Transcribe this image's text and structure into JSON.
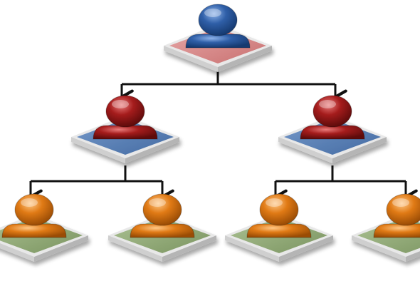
{
  "diagram": {
    "type": "org-hierarchy",
    "colors": {
      "blue": "#2f5fa8",
      "red": "#a51c1c",
      "orange": "#e07a15",
      "tile_pink": "#d98a8a",
      "tile_blue": "#4e78b0",
      "tile_green": "#8fa974",
      "tile_edge": "#e8e8e8",
      "connector": "#111111"
    },
    "levels": [
      {
        "level": 1,
        "person_color": "blue",
        "tile_color": "tile_pink",
        "count": 1
      },
      {
        "level": 2,
        "person_color": "red",
        "tile_color": "tile_blue",
        "count": 2
      },
      {
        "level": 3,
        "person_color": "orange",
        "tile_color": "tile_green",
        "count": 4
      }
    ],
    "nodes": [
      {
        "id": "n1",
        "level": 1,
        "parent": null
      },
      {
        "id": "n2",
        "level": 2,
        "parent": "n1"
      },
      {
        "id": "n3",
        "level": 2,
        "parent": "n1"
      },
      {
        "id": "n4",
        "level": 3,
        "parent": "n2"
      },
      {
        "id": "n5",
        "level": 3,
        "parent": "n2"
      },
      {
        "id": "n6",
        "level": 3,
        "parent": "n3"
      },
      {
        "id": "n7",
        "level": 3,
        "parent": "n3"
      }
    ]
  }
}
